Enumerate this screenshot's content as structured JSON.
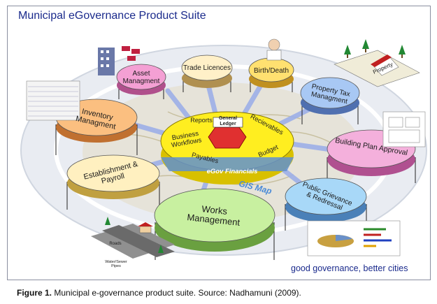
{
  "title": "Municipal eGovernance Product Suite",
  "slogan": "good governance, better cities",
  "caption": {
    "prefix": "Figure 1.",
    "text": " Municipal e-governance product suite. Source:  Nadhamuni (2009)."
  },
  "center": {
    "ledger": "General Ledger",
    "reports": "Reports",
    "receivables": "Recievables",
    "workflows": "Business Workflows",
    "payables": "Payables",
    "budget": "Budget",
    "financials": "eGov Financials",
    "gis": "GIS Map"
  },
  "modules": [
    {
      "key": "trade",
      "label": "Trade Licences",
      "color": "#fff0c8"
    },
    {
      "key": "birth",
      "label": "Birth/Death",
      "color": "#ffe070"
    },
    {
      "key": "asset",
      "label": "Asset Managment",
      "color": "#f4a0d4"
    },
    {
      "key": "property_tax",
      "label": "Property Tax Managment",
      "color": "#a8c8f4"
    },
    {
      "key": "inventory",
      "label": "Inventory Managment",
      "color": "#fbbf80"
    },
    {
      "key": "building",
      "label": "Building Plan Approval",
      "color": "#f4b0dc"
    },
    {
      "key": "establishment",
      "label": "Establishment & Payroll",
      "color": "#fff0c0"
    },
    {
      "key": "grievance",
      "label": "Public Grievance & Redressal",
      "color": "#a8d8f8"
    },
    {
      "key": "works",
      "label": "Works Management",
      "color": "#c8f0a0"
    }
  ],
  "illustration_labels": {
    "property": "Property",
    "roads": "Roads",
    "water": "Water/Sewer Pipes"
  }
}
